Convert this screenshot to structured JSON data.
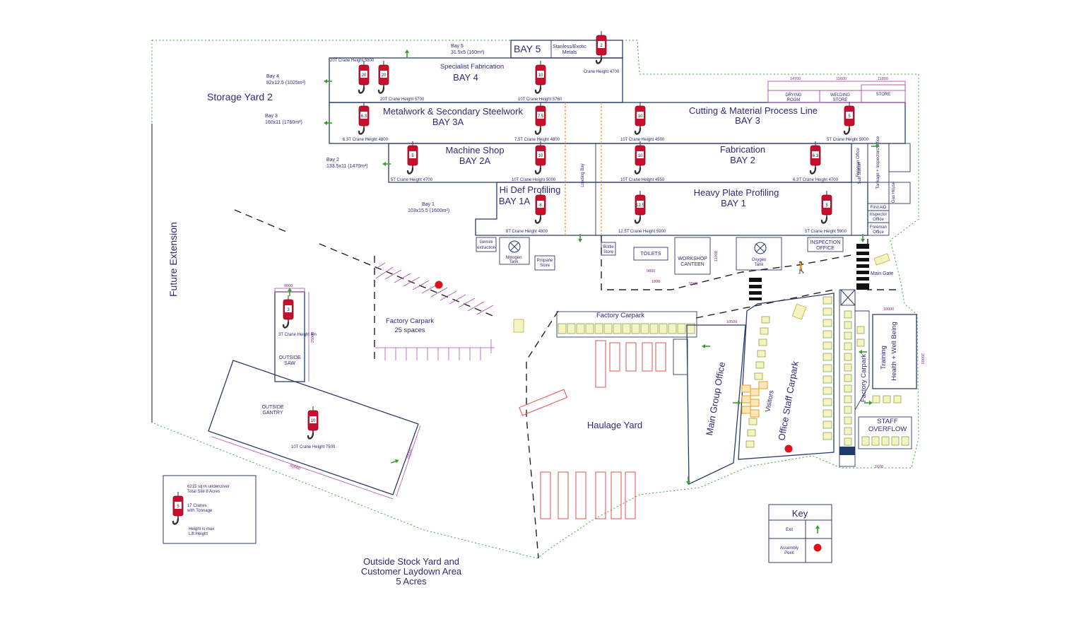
{
  "areas": {
    "storage_yard": "Storage Yard 2",
    "future_extension": "Future Extension",
    "outside_stock_1": "Outside Stock Yard and",
    "outside_stock_2": "Customer Laydown Area",
    "outside_stock_3": "5 Acres",
    "haulage_yard": "Haulage Yard",
    "factory_carpark_1": "Factory Carpark",
    "factory_carpark_1_spaces": "25 spaces",
    "factory_carpark_2": "Factory Carpark",
    "factory_carpark_3": "Factory Carpark",
    "office_staff_carpark": "Office Staff Carpark",
    "visitors": "Visitors",
    "main_group_office": "Main Group Office",
    "training_1": "Training",
    "training_2": "Health + Well Being",
    "staff_overflow_1": "STAFF",
    "staff_overflow_2": "OVERFLOW",
    "main_gate": "Main Gate",
    "outside_saw": "OUTSIDE\nSAW",
    "outside_saw_l1": "OUTSIDE",
    "outside_saw_l2": "SAW",
    "outside_gantry_l1": "OUTSIDE",
    "outside_gantry_l2": "GANTRY",
    "loading_bay": "Loading Bay"
  },
  "bays": {
    "bay5_name": "BAY 5",
    "bay5_caption_1": "Bay 5",
    "bay5_caption_2": "31.5x5 (160m²)",
    "bay5_material_1": "Stanless/Exotic",
    "bay5_material_2": "Metals",
    "bay4_caption_1": "Bay 4",
    "bay4_caption_2": "82x12.5 (1025m²)",
    "bay4_title": "Specialist Fabrication",
    "bay4_name": "BAY 4",
    "bay3_caption_1": "Bay 3",
    "bay3_caption_2": "160x11 (1760m²)",
    "bay3a_title": "Metalwork & Secondary Steelwork",
    "bay3a_name": "BAY 3A",
    "bay3_title": "Cutting & Material Process Line",
    "bay3_name": "BAY 3",
    "bay2_caption_1": "Bay 2",
    "bay2_caption_2": "133.5x11 (1470m²)",
    "bay2a_title": "Machine Shop",
    "bay2a_name": "BAY 2A",
    "bay2_title": "Fabrication",
    "bay2_name": "BAY 2",
    "bay1_caption_1": "Bay 1",
    "bay1_caption_2": "103x15.5 (1600m²)",
    "bay1a_title": "Hi Def Profiling",
    "bay1a_name": "BAY 1A",
    "bay1_title": "Heavy Plate Profiling",
    "bay1_name": "BAY 1"
  },
  "rooms": {
    "drying_1": "DRYING",
    "drying_2": "ROOM",
    "welding_1": "WELDING",
    "welding_2": "STORE",
    "store": "STORE",
    "foreman_office": "Foreman Office",
    "sub_station": "Sub Station",
    "tankage": "Tankage + Inspectors Office",
    "gas_house": "Gas House",
    "first_aid": "First AiD",
    "inspector_1": "Inspector",
    "inspector_2": "Office",
    "foreman_1": "Foreman",
    "foreman_2": "Office",
    "gemini_1": "Gemini",
    "gemini_2": "extraction",
    "nitrogen_1": "Nitrogen",
    "nitrogen_2": "Tank",
    "propane_1": "Propane",
    "propane_2": "Store",
    "bottle_1": "Bottle",
    "bottle_2": "Store",
    "toilets": "TOILETS",
    "canteen_1": "WORKSHOP",
    "canteen_2": "CANTEEN",
    "oxygen_1": "Oxygen",
    "oxygen_2": "Tank",
    "inspection_1": "INSPECTION",
    "inspection_2": "OFFICE"
  },
  "cranes": [
    {
      "tonnage": "2",
      "caption": "Crane Height 4700"
    },
    {
      "tonnage": "20",
      "caption": "20T Crane Height 5800"
    },
    {
      "tonnage": "20",
      "caption": "20T Crane Height 5700"
    },
    {
      "tonnage": "10",
      "caption": "10T Crane Height 5760"
    },
    {
      "tonnage": "6.3",
      "caption": "6.3T Crane Height 4800"
    },
    {
      "tonnage": "7.5",
      "caption": "7.5T Crane Height 4800"
    },
    {
      "tonnage": "10",
      "caption": "10T Crane Height 4500"
    },
    {
      "tonnage": "5",
      "caption": "5T Crane Height 5000"
    },
    {
      "tonnage": "5",
      "caption": "5T Crane Height 4700"
    },
    {
      "tonnage": "10",
      "caption": "10T Crane Height 5000"
    },
    {
      "tonnage": "10",
      "caption": "10T Crane Height 4550"
    },
    {
      "tonnage": "6.3",
      "caption": "6.3T Crane Height 4700"
    },
    {
      "tonnage": "8",
      "caption": "8T Crane Height 4800"
    },
    {
      "tonnage": "12.5",
      "caption": "12.5T Crane Height 5900"
    },
    {
      "tonnage": "5",
      "caption": "5T Crane Height 5900"
    },
    {
      "tonnage": "3",
      "caption": "3T Crane Height 4m"
    },
    {
      "tonnage": "10",
      "caption": "10T Crane Height 7500"
    }
  ],
  "dimensions": {
    "d14700": "14700",
    "d11600": "11600",
    "d11800": "11800",
    "d8000": "8000",
    "d25000": "25000",
    "d60000": "60000",
    "d20000": "20000",
    "d10000": "10000",
    "d20000b": "20000",
    "d10500": "10500",
    "d9800": "9800",
    "d1800": "1800",
    "d5500": "5500",
    "d11000": "11000",
    "d1600": "1600"
  },
  "info": {
    "line1": "6215 sq m undercover",
    "line2": "Total Site 8 Acres",
    "crane_tonnage": "5",
    "line3": "17 Cranes",
    "line4": "with Tonnage",
    "line5": "Height is max",
    "line6": "Lift Height"
  },
  "key": {
    "title": "Key",
    "exit_label": "Exit",
    "assembly_1": "Assembly",
    "assembly_2": "Point"
  },
  "colors": {
    "wall": "#2d3b6b",
    "site_boundary": "#3aa835",
    "dimension": "#b04fb0",
    "crane_red": "#c8102e",
    "assembly_point": "#e0101a",
    "exit_arrow": "#3a9e2f",
    "parking_space": "#f6f3c2",
    "lorry_bay": "#e06060",
    "text": "#2d2a7a"
  }
}
